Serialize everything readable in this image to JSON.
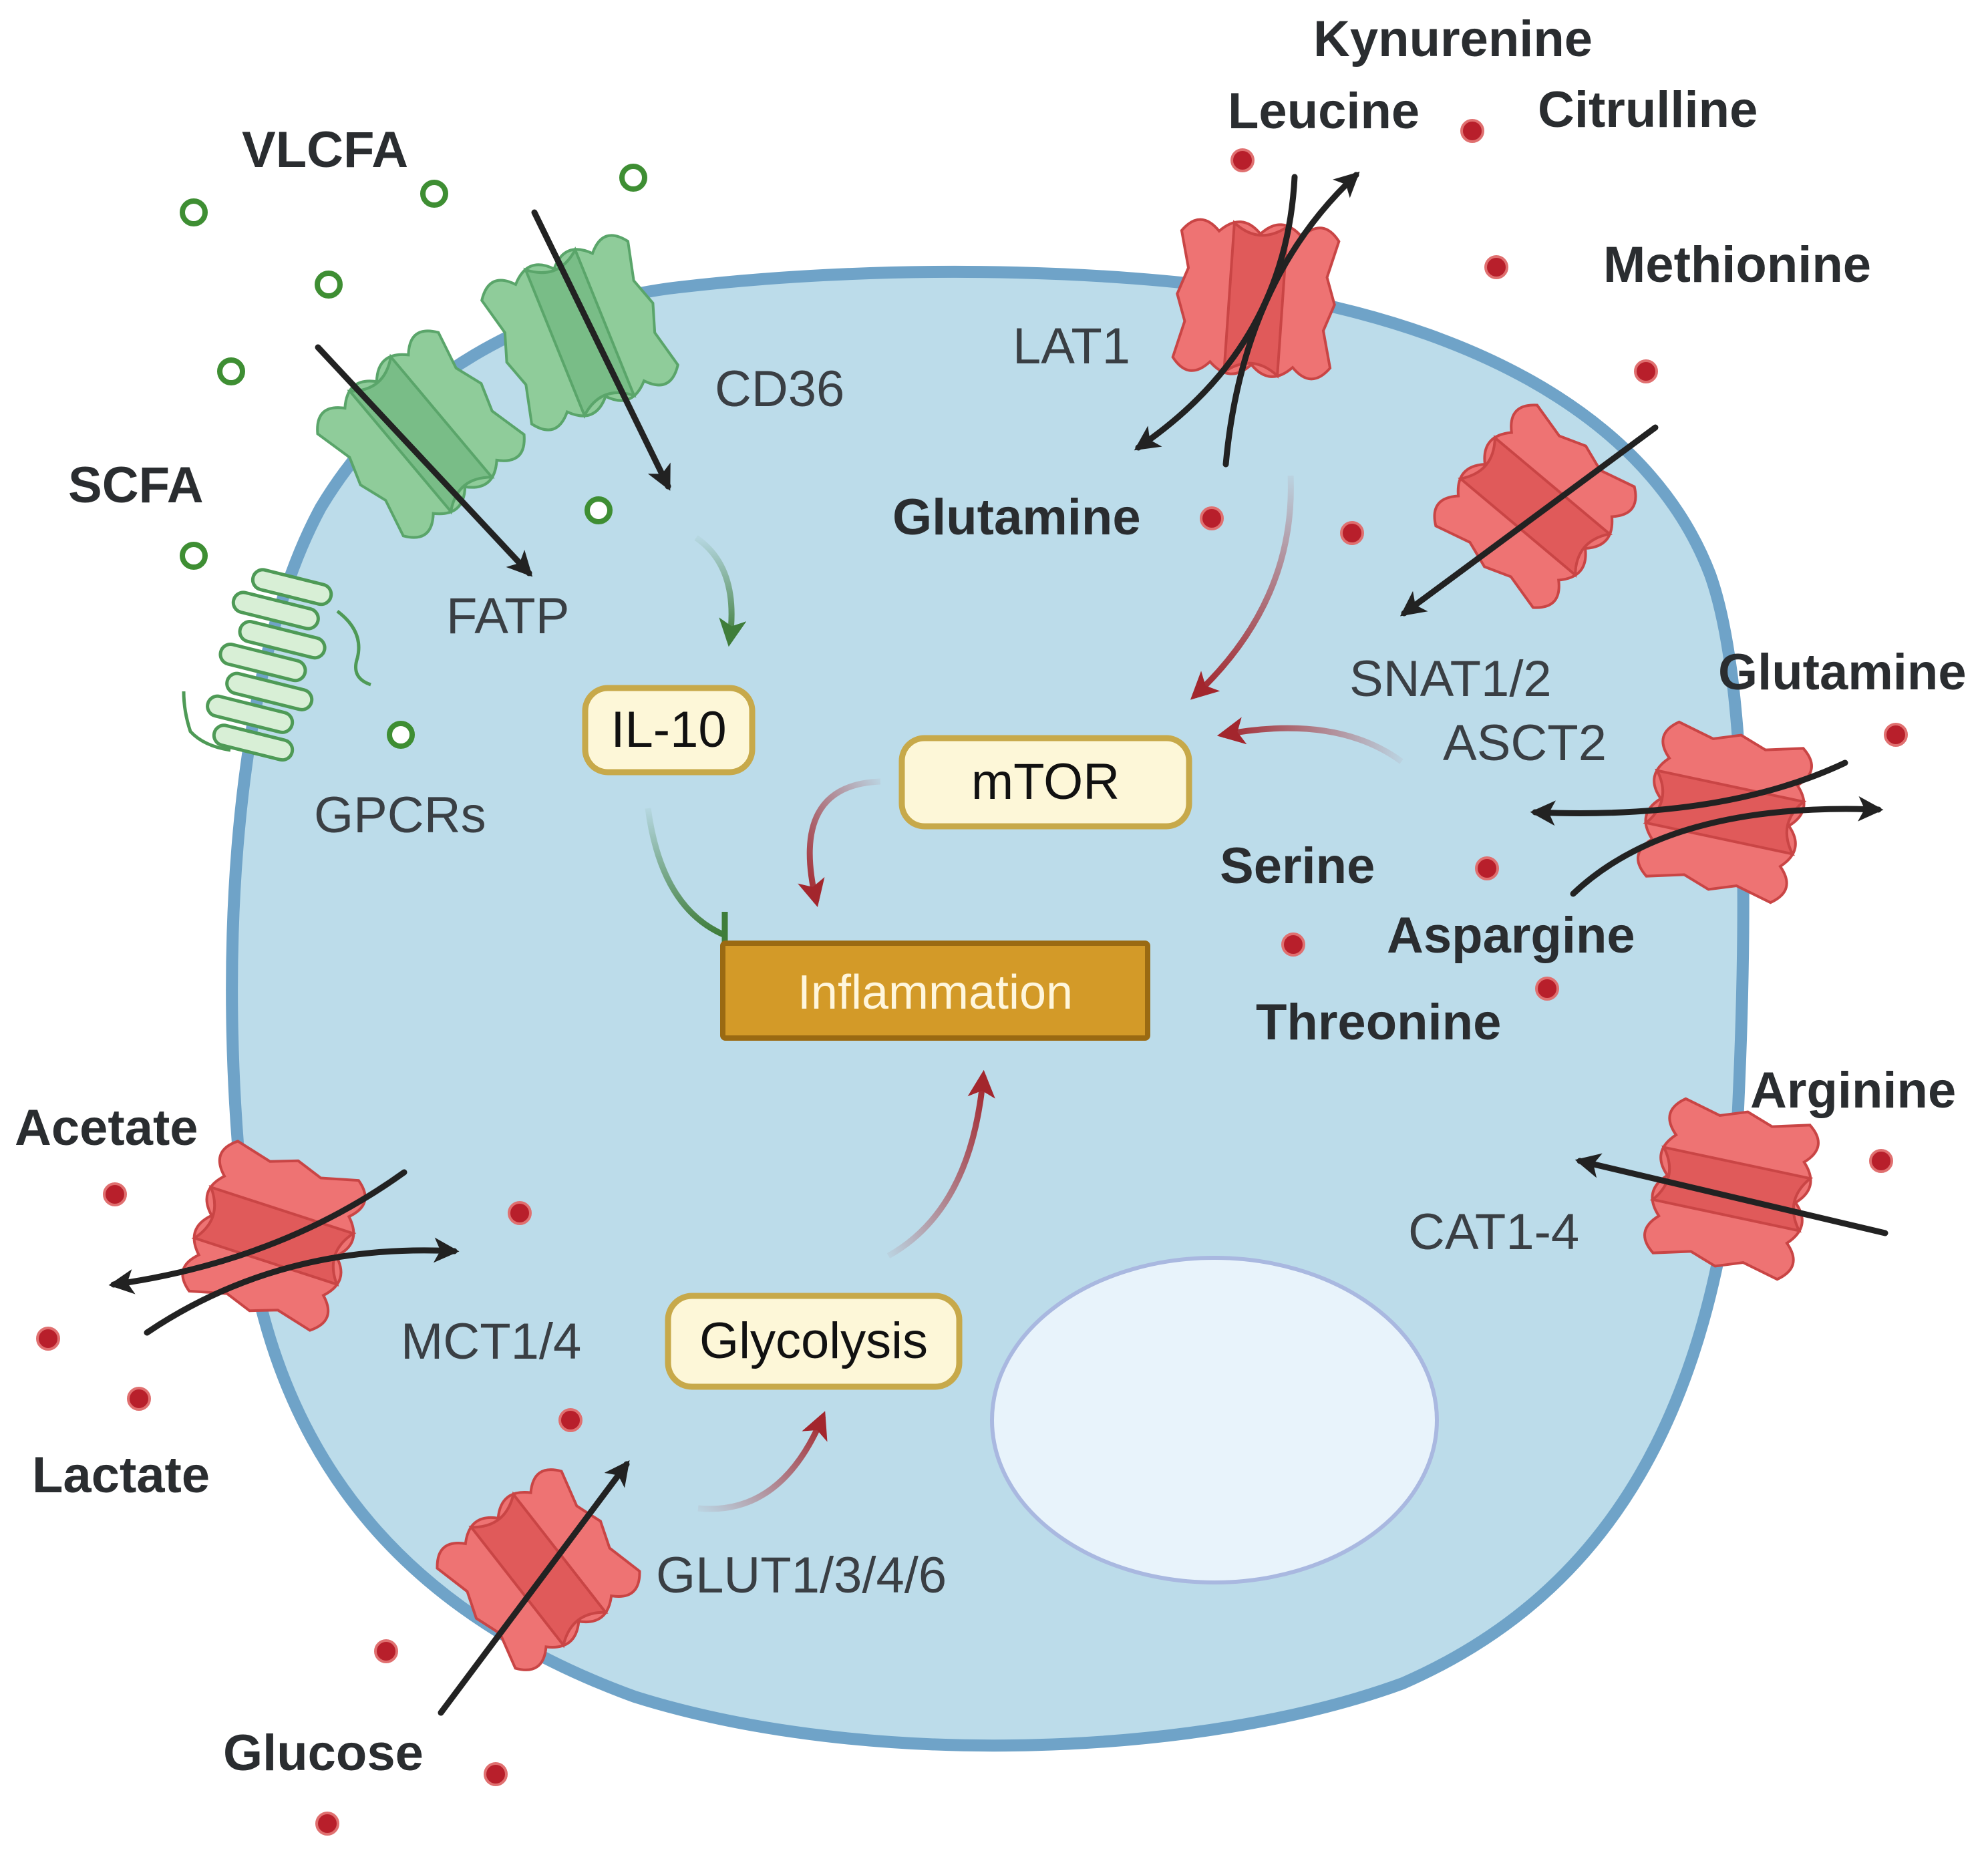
{
  "diagram": {
    "nodes": {
      "il10": "IL-10",
      "mtor": "mTOR",
      "inflammation": "Inflammation",
      "glycolysis": "Glycolysis"
    },
    "transporters": {
      "cd36": "CD36",
      "fatp": "FATP",
      "gpcrs": "GPCRs",
      "lat1": "LAT1",
      "snat12": "SNAT1/2",
      "asct2": "ASCT2",
      "cat14": "CAT1-4",
      "mct14": "MCT1/4",
      "glut": "GLUT1/3/4/6"
    },
    "metabolites": {
      "vlcfa": "VLCFA",
      "scfa": "SCFA",
      "kynurenine": "Kynurenine",
      "leucine": "Leucine",
      "citrulline": "Citrulline",
      "methionine": "Methionine",
      "glutamine_in": "Glutamine",
      "glutamine_out": "Glutamine",
      "serine": "Serine",
      "aspargine": "Aspargine",
      "threonine": "Threonine",
      "arginine": "Arginine",
      "acetate": "Acetate",
      "lactate": "Lactate",
      "glucose": "Glucose"
    },
    "colors": {
      "cell_fill": "#bcdcea",
      "membrane": "#6fa3c8",
      "nucleus_fill": "#e8f3fb",
      "nucleus_stroke": "#a9b8e0",
      "transporter_red": "#ee7373",
      "transporter_red_dark": "#c94545",
      "transporter_green": "#8fcc9a",
      "transporter_green_dark": "#5aa56a",
      "fatty_acid_ring": "#3e8e33",
      "amino_acid_dot": "#b81f2b",
      "activation_red": "#a3262d",
      "inhibition_green": "#3f7d3a",
      "node_fill": "#fdf7d8",
      "node_stroke": "#c7a94a",
      "inflammation_fill": "#d39a28",
      "inflammation_stroke": "#9a6a12"
    }
  }
}
